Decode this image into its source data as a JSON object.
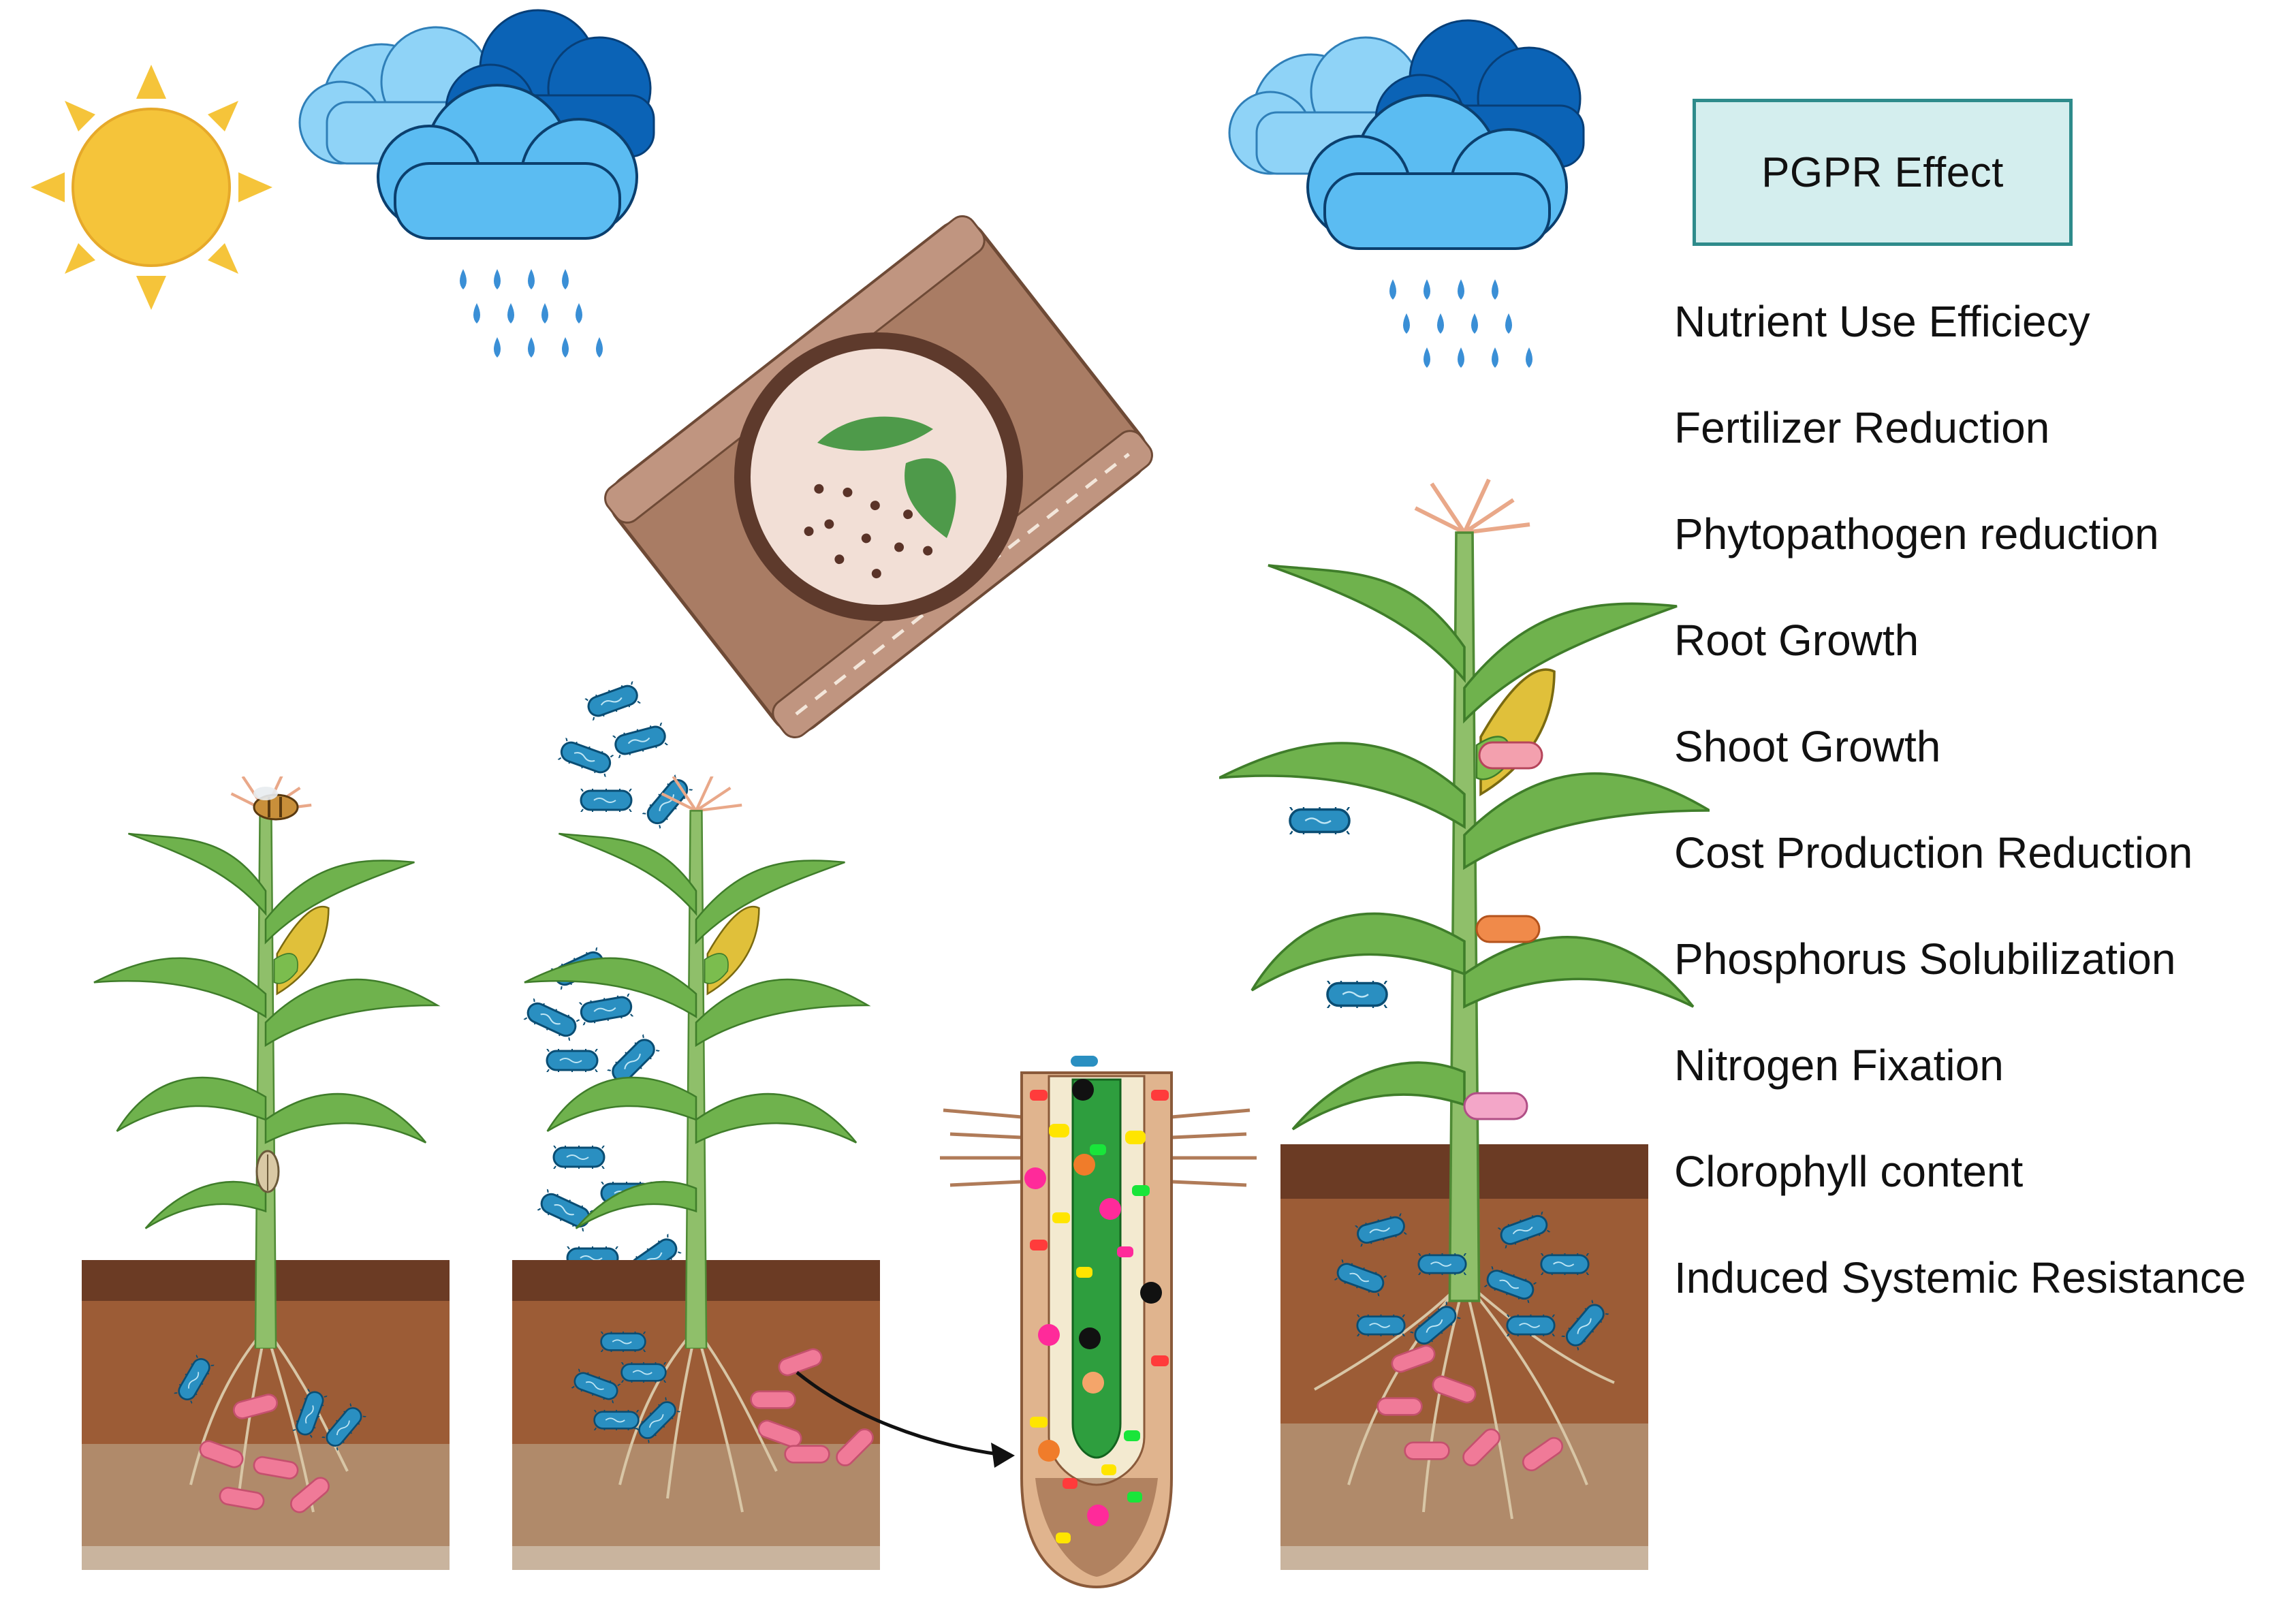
{
  "legend": {
    "title": "PGPR Effect"
  },
  "effects": [
    "Nutrient Use Efficiecy",
    "Fertilizer Reduction",
    "Phytopathogen reduction",
    "Root Growth",
    "Shoot Growth",
    "Cost Production Reduction",
    "Phosphorus Solubilization",
    "Nitrogen Fixation",
    "Clorophyll content",
    "Induced Systemic Resistance"
  ],
  "colors": {
    "sun": "#f5c43a",
    "cloud_light": "#8fd3f7",
    "cloud_dark": "#0b63b6",
    "cloud_mid": "#5bbcf2",
    "rain": "#3a8fd6",
    "bag": "#a97c64",
    "leaf": "#5fa845",
    "stem": "#8fbf6a",
    "soil_top": "#6b3b24",
    "soil_mid": "#9c5c36",
    "soil_bottom": "#b08a6a",
    "bacteria_blue": "#2a8fc1",
    "bacteria_pink": "#f07a98",
    "root_vascular": "#2e9e3e",
    "legend_fill": "#d4eeee",
    "legend_border": "#2e8b8b"
  }
}
